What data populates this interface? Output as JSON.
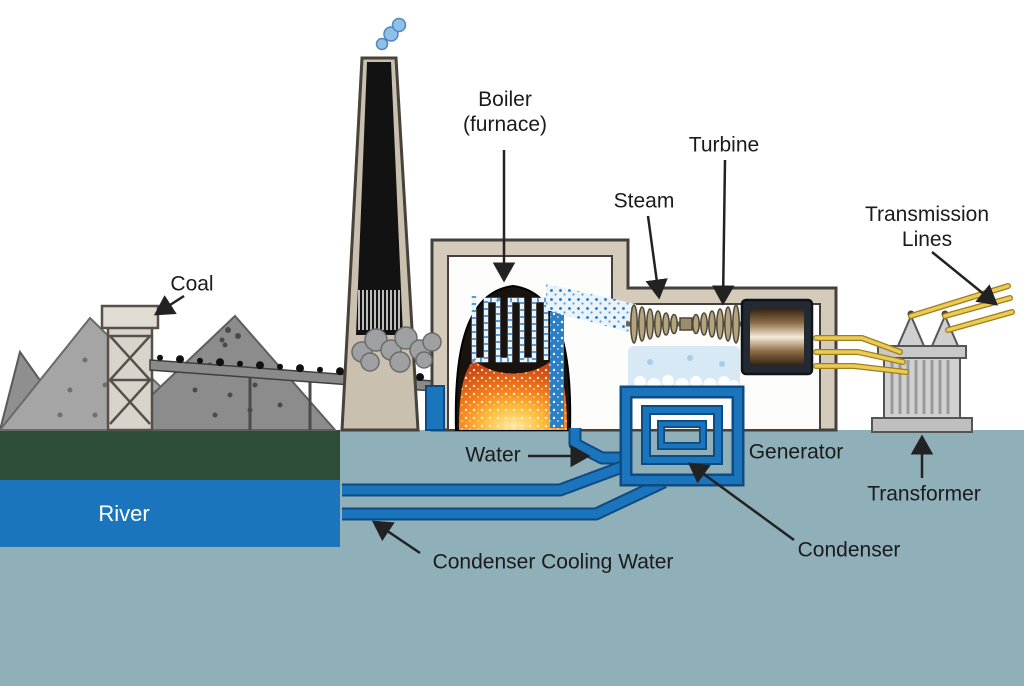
{
  "diagram": {
    "labels": {
      "coal": "Coal",
      "boiler_line1": "Boiler",
      "boiler_line2": "(furnace)",
      "steam": "Steam",
      "turbine": "Turbine",
      "transmission_line1": "Transmission",
      "transmission_line2": "Lines",
      "water": "Water",
      "generator": "Generator",
      "transformer": "Transformer",
      "condenser": "Condenser",
      "condenser_cooling_water": "Condenser Cooling Water",
      "river": "River"
    },
    "colors": {
      "background": "#FFFFFF",
      "ground_teal": "#8FAFB9",
      "bank_green": "#2E4D38",
      "river_blue": "#1B75BC",
      "pipe_outline": "#0D4B82",
      "building_tan": "#D4CBBA",
      "stack_tan": "#C9C0AF",
      "fire_orange": "#F47B20",
      "fire_yellow": "#FFD24D",
      "coal_gray": "#9E9E9E",
      "turbine_tan": "#B3A480",
      "transmission_yellow": "#ECCB55",
      "smoke_blue": "#8FC0EA",
      "label_color": "#1B1B1B"
    }
  }
}
